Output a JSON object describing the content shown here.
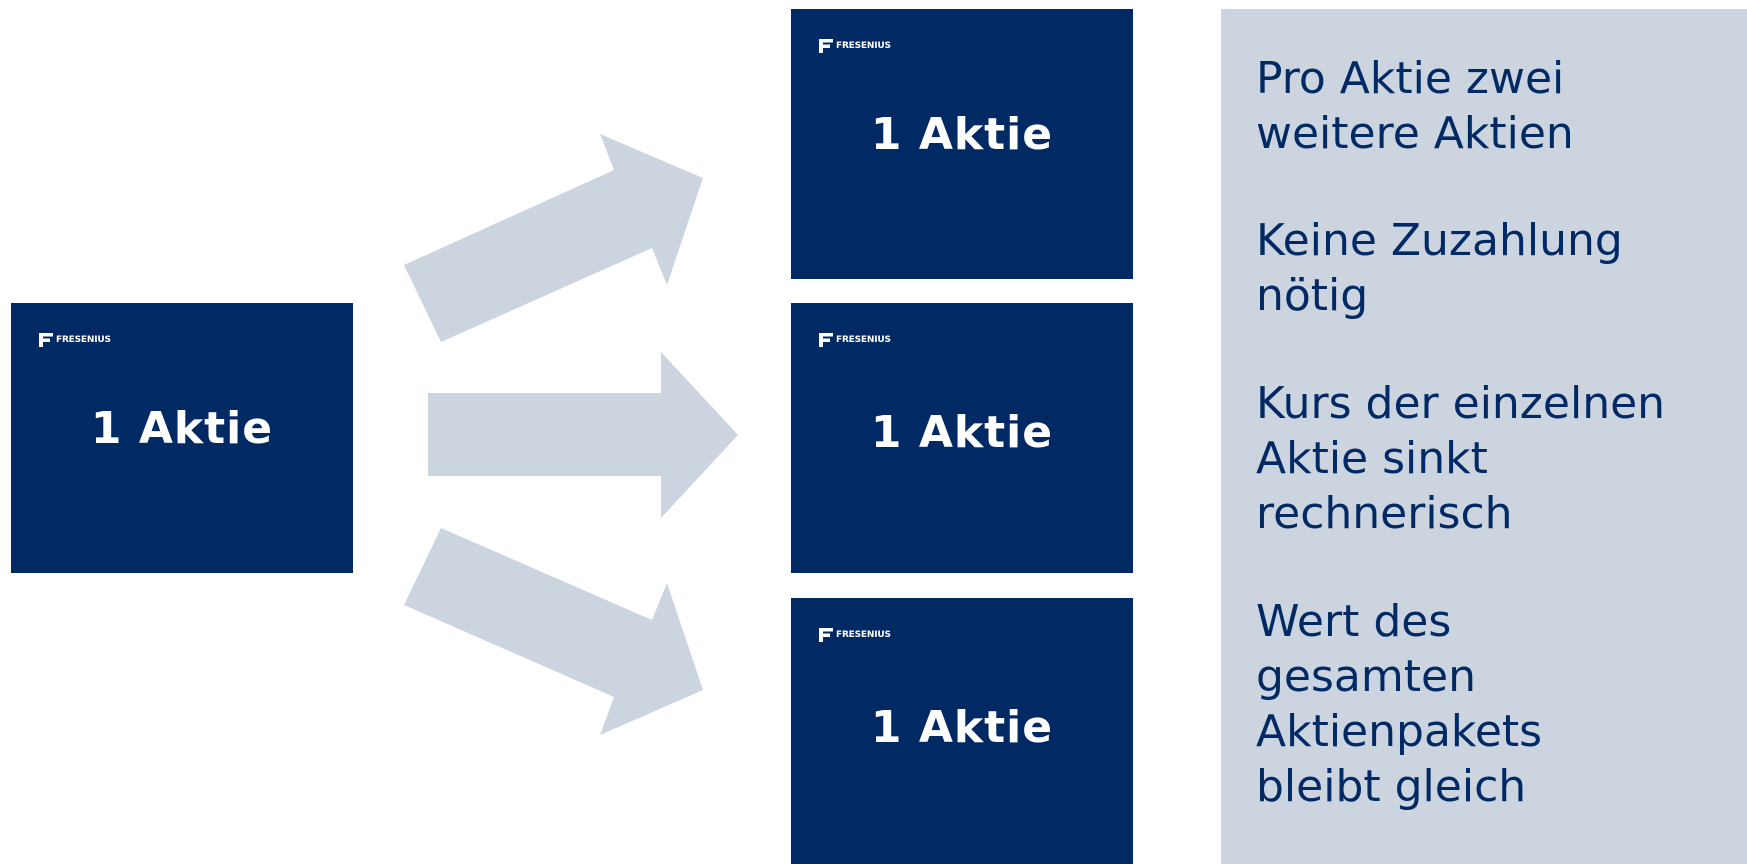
{
  "diagram": {
    "source_card": {
      "logo_text": "FRESENIUS",
      "label": "1 Aktie"
    },
    "result_cards": [
      {
        "logo_text": "FRESENIUS",
        "label": "1 Aktie"
      },
      {
        "logo_text": "FRESENIUS",
        "label": "1 Aktie"
      },
      {
        "logo_text": "FRESENIUS",
        "label": "1 Aktie"
      }
    ],
    "info_points": [
      "Pro Aktie zwei\nweitere Aktien",
      "Keine Zuzahlung\nnötig",
      "Kurs der einzelnen\nAktie sinkt\nrechnerisch",
      "Wert des\ngesamten\nAktienpakets\nbleibt gleich"
    ]
  },
  "colors": {
    "card_background": "#012a65",
    "arrow_fill": "#ccd4e0",
    "panel_background": "#ccd4e0",
    "panel_text": "#012a65"
  }
}
